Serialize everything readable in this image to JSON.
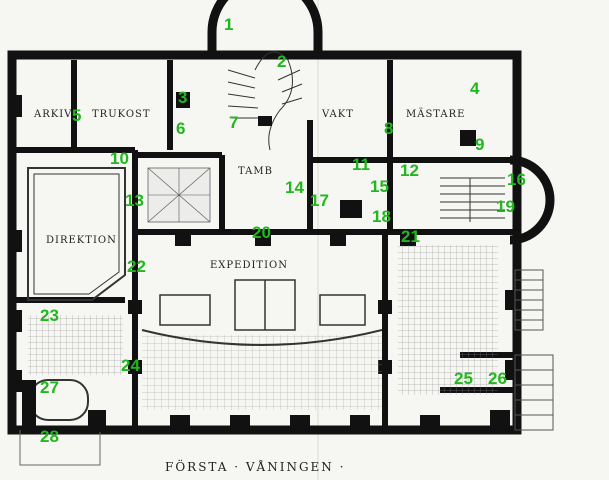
{
  "plan": {
    "caption": "FÖRSTA · VÅNINGEN ·",
    "rooms": [
      {
        "key": "arkiv",
        "label": "ARKIV"
      },
      {
        "key": "trukost",
        "label": "TRUKOST"
      },
      {
        "key": "vakt",
        "label": "VAKT"
      },
      {
        "key": "mastare",
        "label": "MÄSTARE"
      },
      {
        "key": "tamb",
        "label": "TAMB"
      },
      {
        "key": "direktion",
        "label": "DIREKTION"
      },
      {
        "key": "expedition",
        "label": "EXPEDITION"
      }
    ],
    "markers": [
      "1",
      "2",
      "3",
      "4",
      "5",
      "6",
      "7",
      "8",
      "9",
      "10",
      "11",
      "12",
      "13",
      "14",
      "15",
      "16",
      "17",
      "18",
      "19",
      "20",
      "21",
      "22",
      "23",
      "24",
      "25",
      "26",
      "27",
      "28"
    ]
  },
  "colors": {
    "marker": "#22b71e",
    "wall": "#111111",
    "paper": "#f6f6f3",
    "ink": "#222222"
  }
}
